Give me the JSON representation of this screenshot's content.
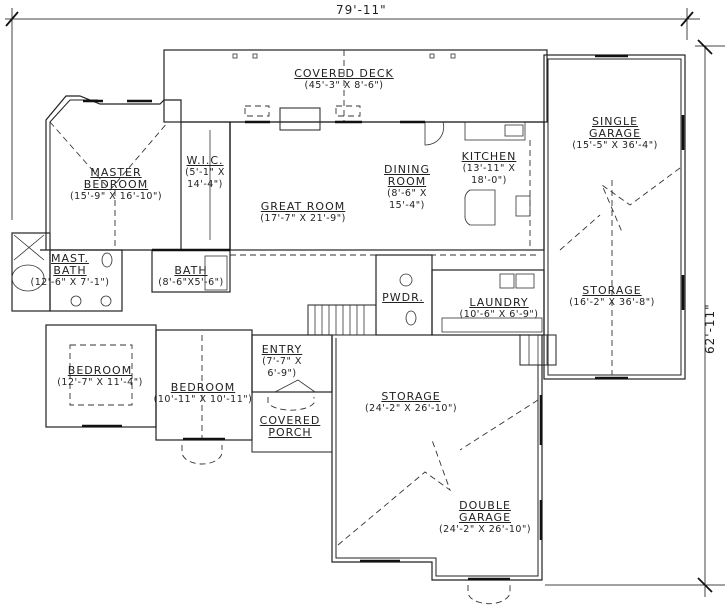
{
  "dimensions": {
    "overall_width": "79'-11\"",
    "overall_depth": "62'-11\""
  },
  "rooms": [
    {
      "id": "covered-deck",
      "name": "COVERED DECK",
      "size": "(45'-3\" X 8'-6\")"
    },
    {
      "id": "master-bedroom",
      "name_lines": [
        "MASTER",
        "BEDROOM"
      ],
      "size": "(15'-9\" X 16'-10\")"
    },
    {
      "id": "wic",
      "name": "W.I.C.",
      "size_lines": [
        "(5'-1\" X",
        "14'-4\")"
      ]
    },
    {
      "id": "great-room",
      "name": "GREAT ROOM",
      "size": "(17'-7\" X 21'-9\")"
    },
    {
      "id": "dining-room",
      "name_lines": [
        "DINING",
        "ROOM"
      ],
      "size_lines": [
        "(8'-6\" X",
        "15'-4\")"
      ]
    },
    {
      "id": "kitchen",
      "name": "KITCHEN",
      "size_lines": [
        "(13'-11\" X",
        "18'-0\")"
      ]
    },
    {
      "id": "single-garage",
      "name_lines": [
        "SINGLE",
        "GARAGE"
      ],
      "size": "(15'-5\" X 36'-4\")"
    },
    {
      "id": "storage-right",
      "name": "STORAGE",
      "size": "(16'-2\" X 36'-8\")"
    },
    {
      "id": "mast-bath",
      "name_lines": [
        "MAST.",
        "BATH"
      ],
      "size": "(12'-6\" X 7'-1\")"
    },
    {
      "id": "bath",
      "name": "BATH",
      "size": "(8'-6\"X5'-6\")"
    },
    {
      "id": "pwdr",
      "name": "PWDR."
    },
    {
      "id": "laundry",
      "name": "LAUNDRY",
      "size": "(10'-6\" X 6'-9\")"
    },
    {
      "id": "bedroom-2",
      "name": "BEDROOM",
      "size": "(12'-7\" X 11'-4\")"
    },
    {
      "id": "bedroom-3",
      "name": "BEDROOM",
      "size": "(10'-11\" X 10'-11\")"
    },
    {
      "id": "entry",
      "name": "ENTRY",
      "size_lines": [
        "(7'-7\" X",
        "6'-9\")"
      ]
    },
    {
      "id": "covered-porch",
      "name_lines": [
        "COVERED",
        "PORCH"
      ]
    },
    {
      "id": "storage-center",
      "name": "STORAGE",
      "size": "(24'-2\" X 26'-10\")"
    },
    {
      "id": "double-garage",
      "name_lines": [
        "DOUBLE",
        "GARAGE"
      ],
      "size": "(24'-2\" X 26'-10\")"
    }
  ]
}
